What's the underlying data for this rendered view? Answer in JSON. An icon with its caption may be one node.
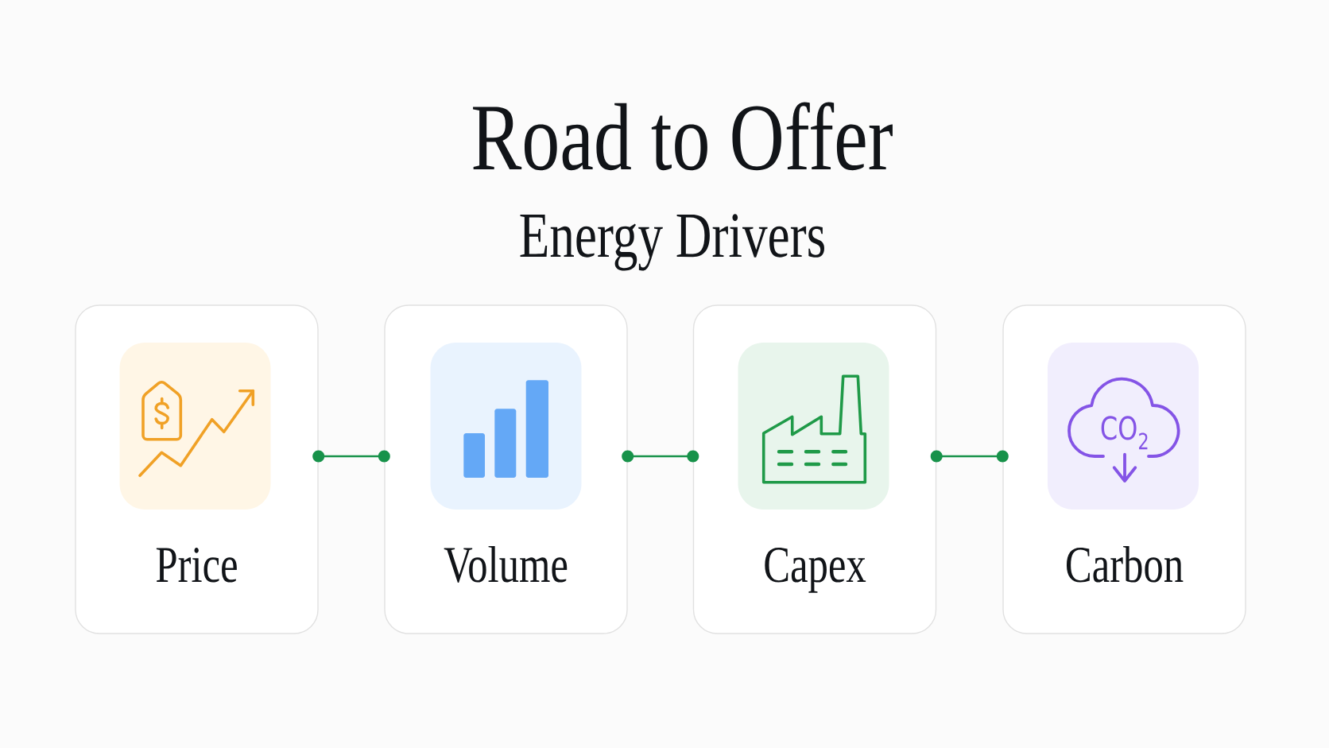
{
  "diagram": {
    "title": "Road to Offer",
    "nodes": [
      {
        "text": [
          "Price"
        ]
      },
      {
        "text": [
          "Volume"
        ]
      },
      {
        "text": [
          "Capex"
        ]
      },
      {
        "text": [
          "CO$_{2}$",
          "Carbon"
        ]
      }
    ],
    "edges": [
      {
        "from": 0,
        "to": 1,
        "arrow": "other"
      },
      {
        "from": 1,
        "to": 2,
        "arrow": "other"
      },
      {
        "from": 2,
        "to": 3,
        "arrow": "other"
      }
    ],
    "labels": [
      "Energy Drivers"
    ]
  }
}
